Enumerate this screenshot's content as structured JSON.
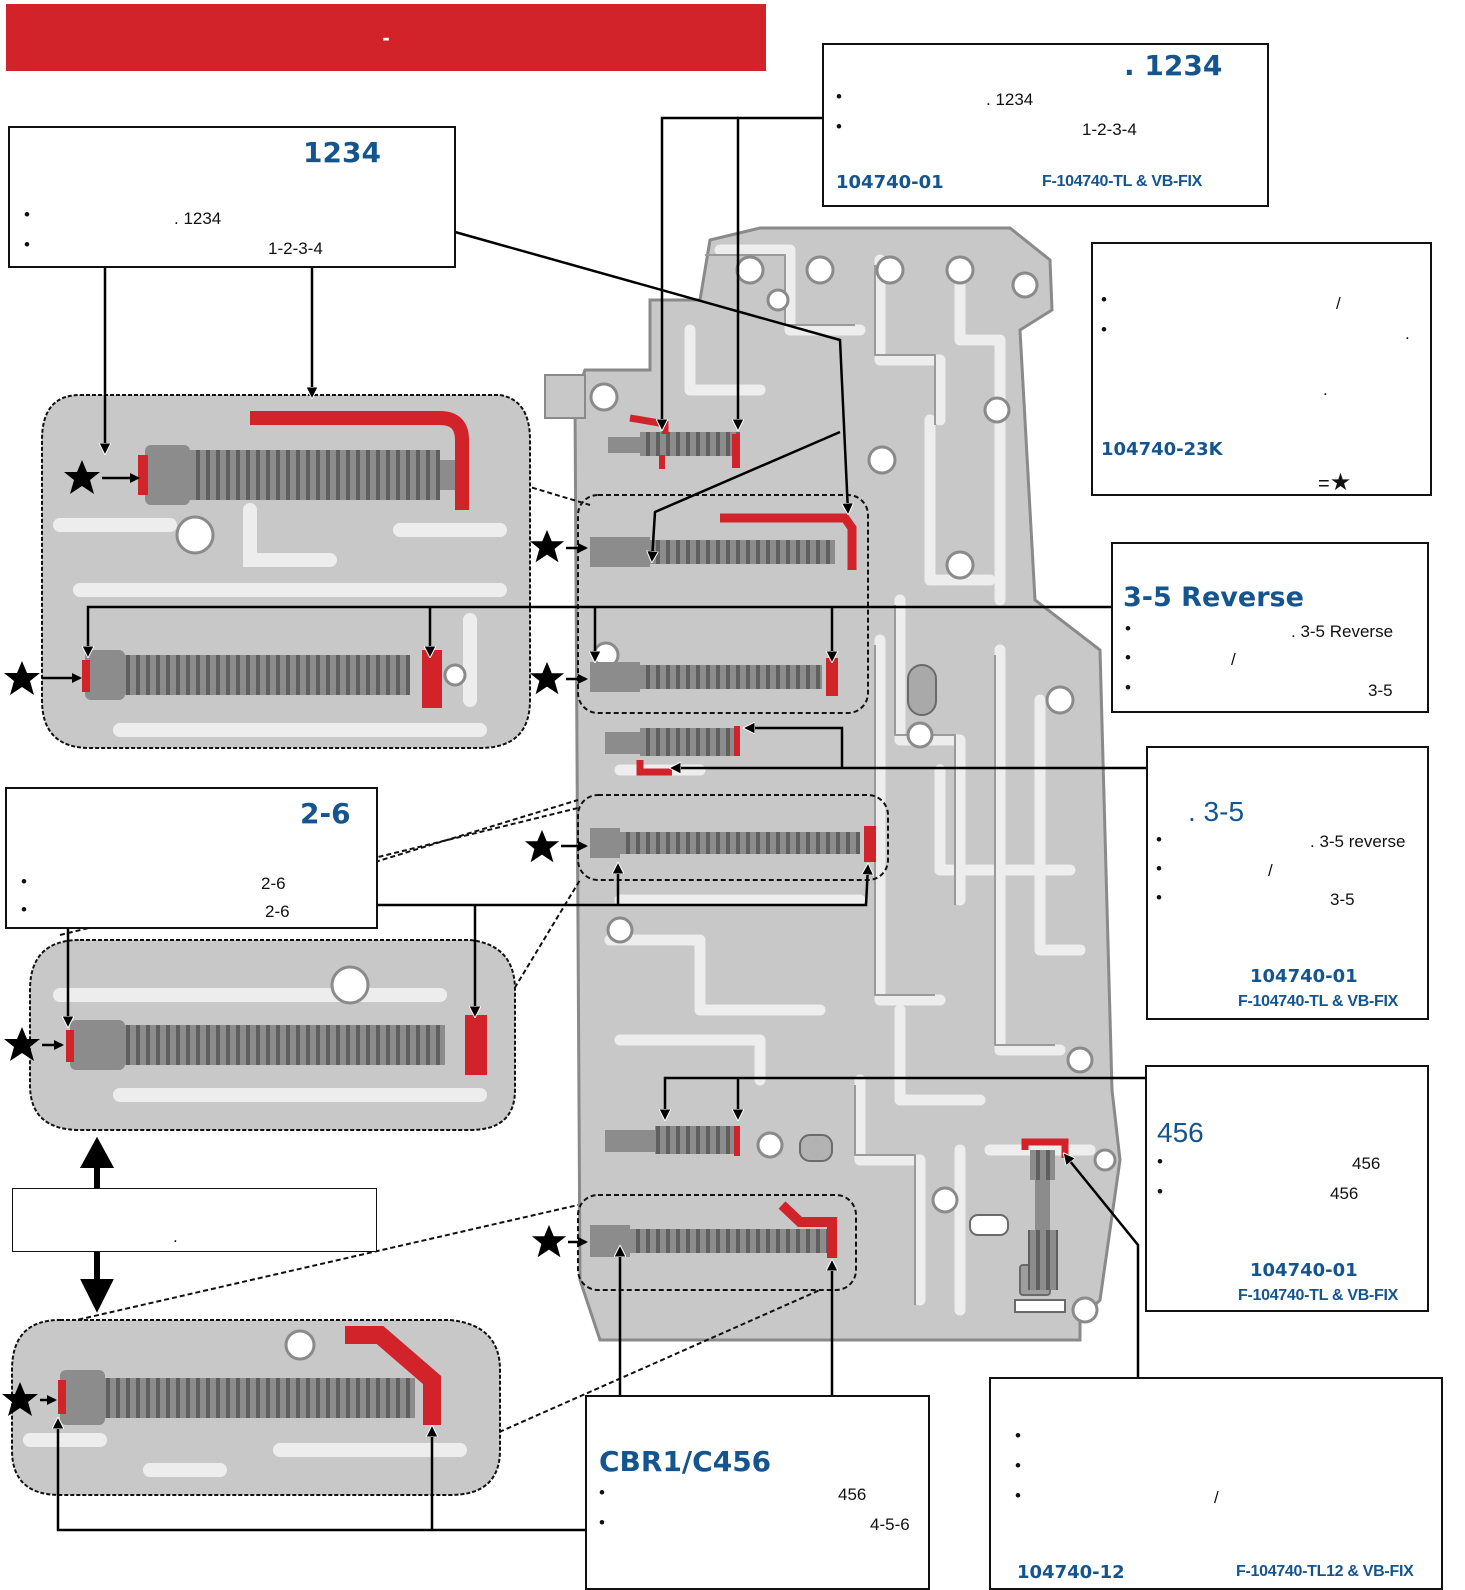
{
  "banner": {
    "text": "-"
  },
  "top_right_box": {
    "title": ". 1234",
    "bullets": [
      "",
      ""
    ],
    "line1": ". 1234",
    "line2": "1-2-3-4",
    "part_no": "104740-01",
    "tool": "F-104740-TL & VB-FIX"
  },
  "top_left_box": {
    "title": "1234",
    "bullets": [
      "",
      ""
    ],
    "line1": ". 1234",
    "line2": "1-2-3-4"
  },
  "kit_box": {
    "bullets": [
      "",
      ""
    ],
    "line1": "/",
    "line2": ".",
    "line3": ".",
    "part_no": "104740-23K",
    "star_legend": "="
  },
  "reverse_box": {
    "title": "3-5 Reverse",
    "bullets": [
      "",
      "",
      ""
    ],
    "line1": ". 3-5 Reverse",
    "line2": "/",
    "line3": "3-5"
  },
  "box_35": {
    "title": ". 3-5",
    "bullets": [
      "",
      "",
      ""
    ],
    "line1": ". 3-5 reverse",
    "line2": "/",
    "line3": "3-5",
    "part_no": "104740-01",
    "tool": "F-104740-TL & VB-FIX"
  },
  "box_26": {
    "title": "2-6",
    "bullets": [
      "",
      ""
    ],
    "line1": "2-6",
    "line2": "2-6"
  },
  "box_456": {
    "title": "456",
    "bullets": [
      "",
      ""
    ],
    "line1": "456",
    "line2": "456",
    "part_no": "104740-01",
    "tool": "F-104740-TL &  VB-FIX"
  },
  "note_box": {
    "text": "."
  },
  "cbr_box": {
    "title": "CBR1/C456",
    "bullets": [
      "",
      ""
    ],
    "line1": "456",
    "line2": "4-5-6"
  },
  "bottom_right_box": {
    "bullets": [
      "",
      "",
      ""
    ],
    "line3": "/",
    "part_no": "104740-12",
    "tool": "F-104740-TL12 & VB-FIX"
  },
  "colors": {
    "accent_red": "#d2232a",
    "title_blue": "#15558f",
    "part_gray": "#8d8d8d",
    "body_gray": "#c9c9c9"
  },
  "icons": [
    "star-icon",
    "arrow-icon",
    "bullet-icon"
  ]
}
